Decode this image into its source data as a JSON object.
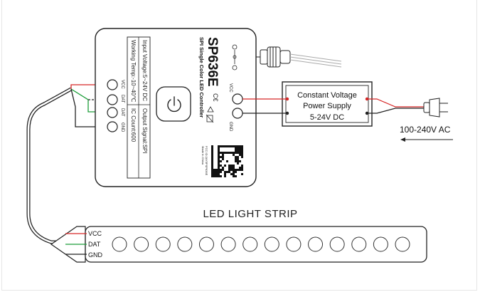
{
  "controller": {
    "model": "SP636E",
    "subtitle": "SPI Single Color LED Controller",
    "specs": {
      "input_voltage": "Input Voltage:5~24V DC",
      "working_temp": "Working Temp:-10~40℃",
      "output_signal": "Output Signal:SPI",
      "ic_count": "IC Count:600"
    },
    "left_terminals": [
      "VCC",
      "DAT",
      "DAT",
      "GND"
    ],
    "right_terminals": [
      "VCC",
      "GND"
    ],
    "cert_marks": "C€",
    "fcc_line": "FCC ID:2AY5PSP636E",
    "made_in": "Made In China"
  },
  "power_supply": {
    "line1": "Constant Voltage",
    "line2": "Power Supply",
    "line3": "5-24V DC"
  },
  "mains_label": "100-240V AC",
  "strip": {
    "title": "LED LIGHT STRIP",
    "wire_labels": [
      "VCC",
      "DAT",
      "GND"
    ],
    "led_count": 14
  },
  "wire_colors": {
    "red": "#d62828",
    "green": "#1d9e3a",
    "black": "#222222"
  }
}
